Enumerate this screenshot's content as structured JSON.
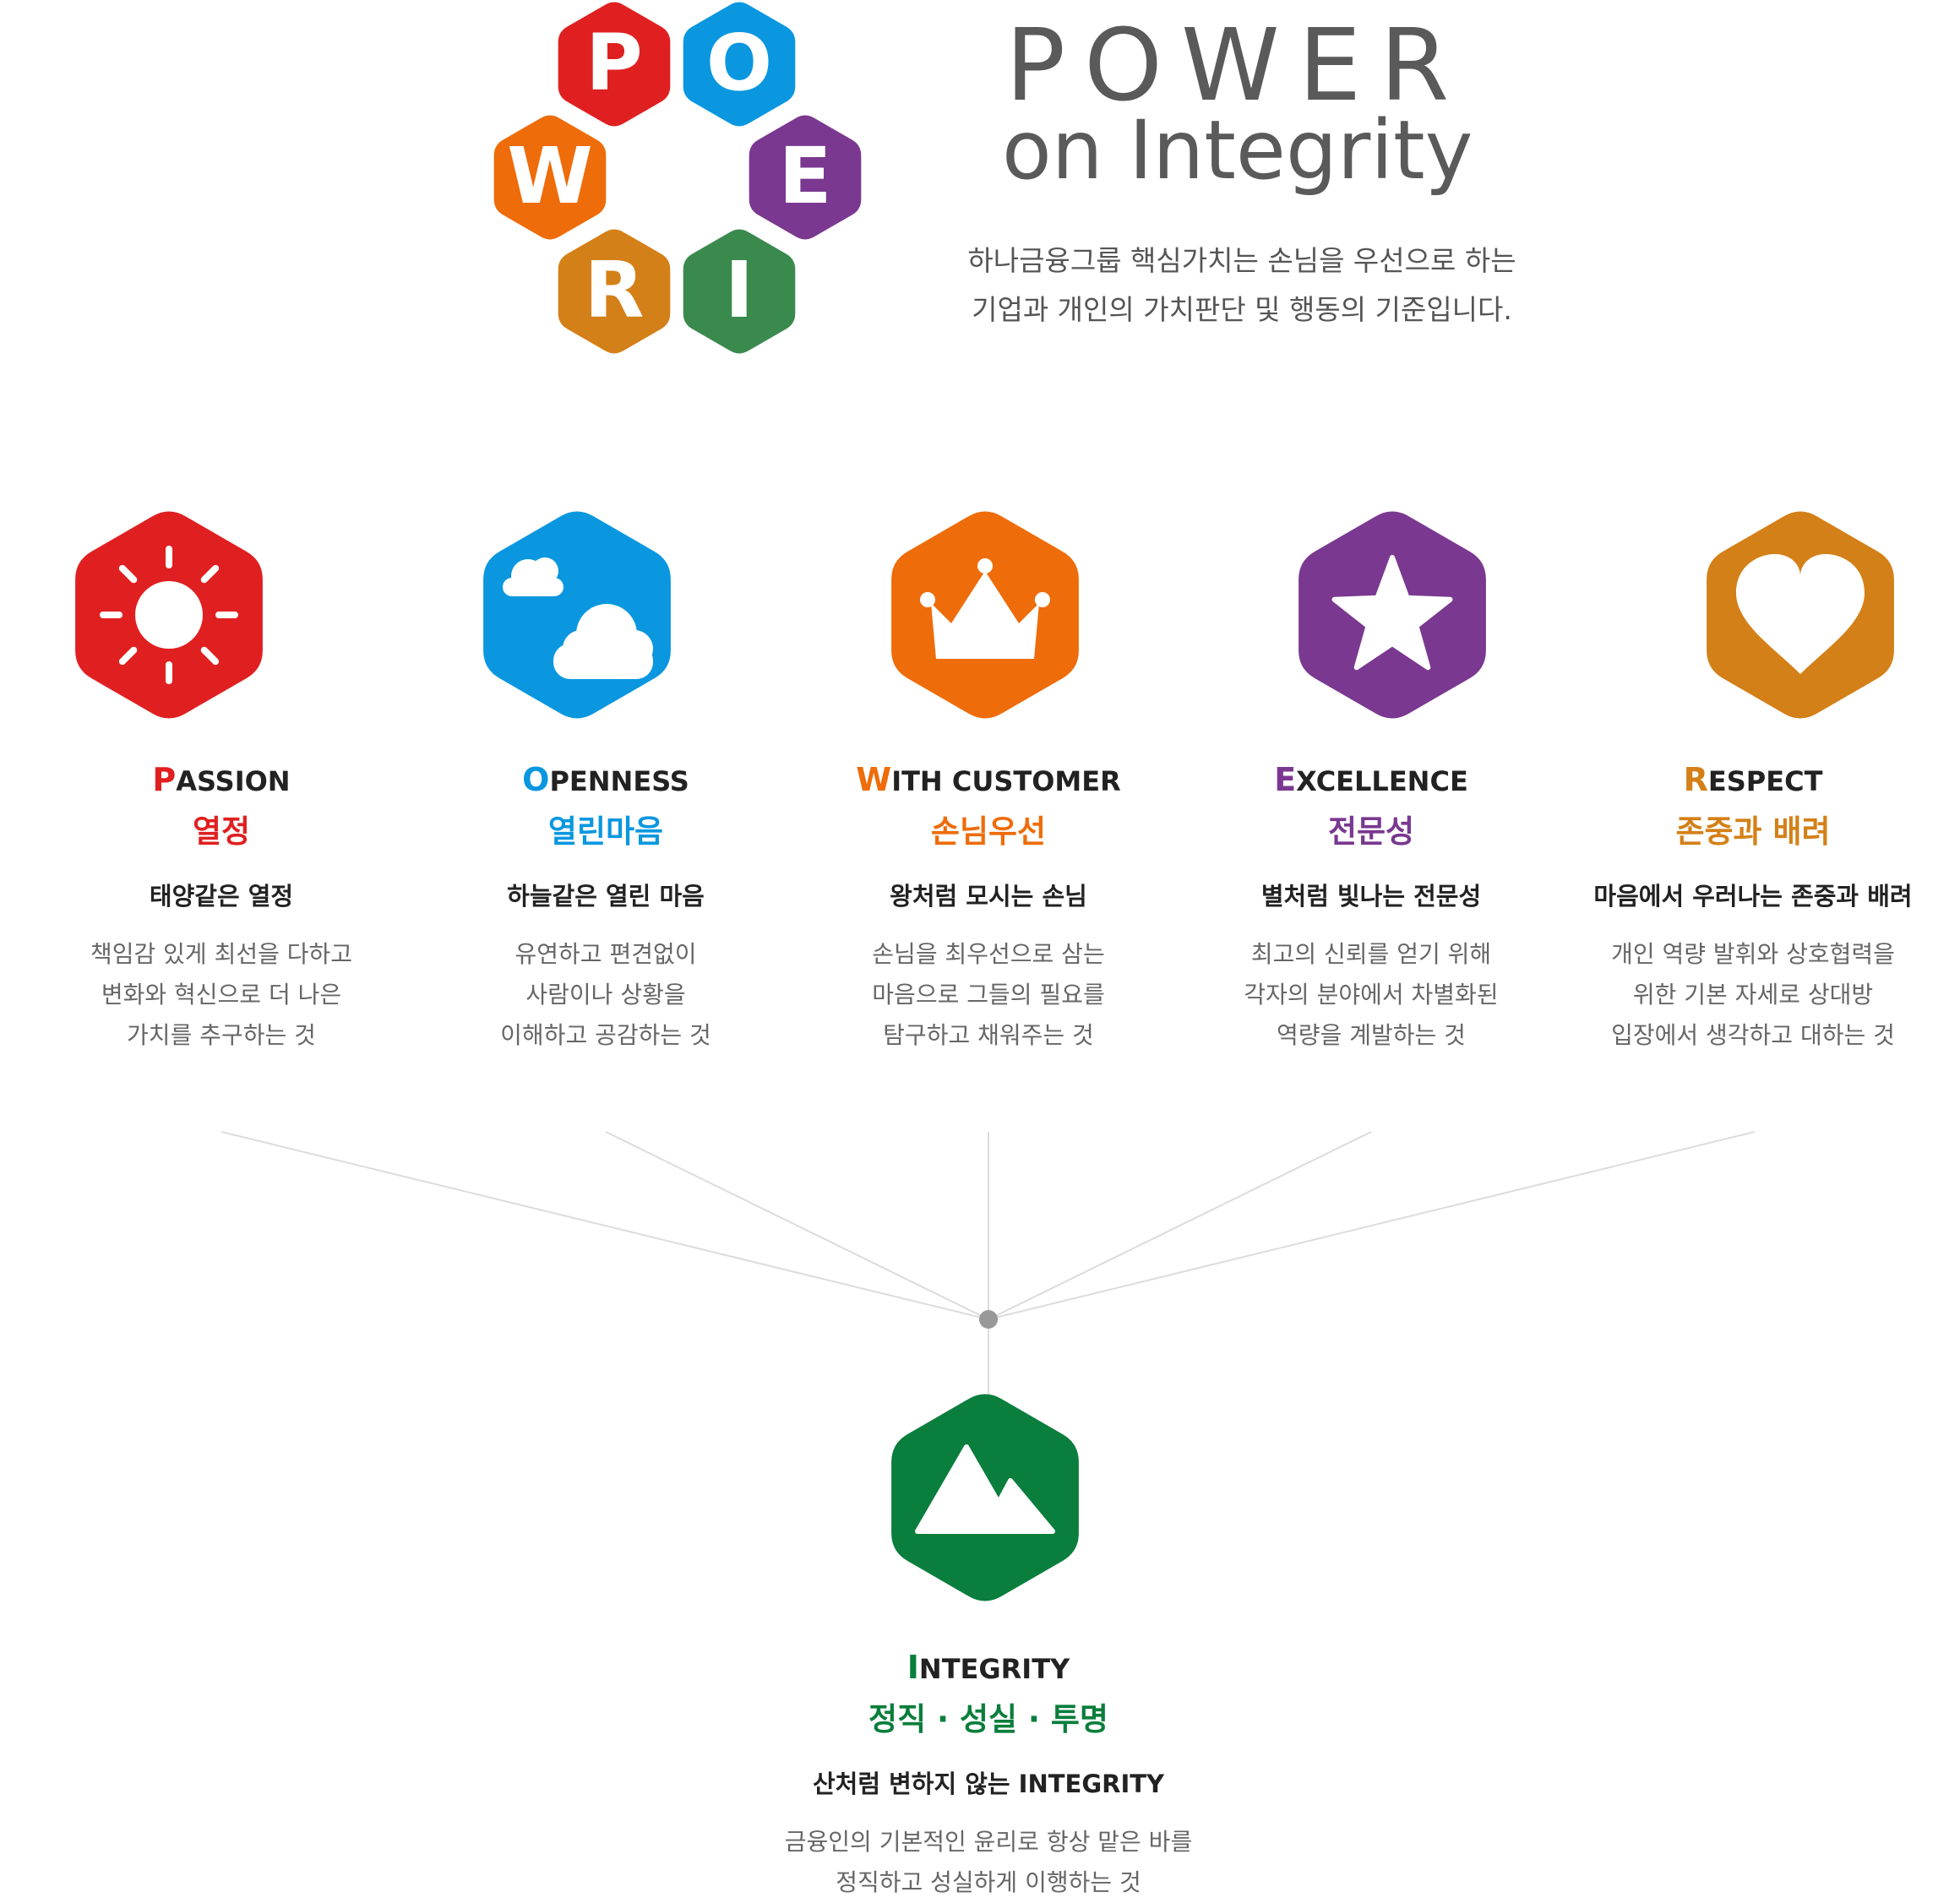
{
  "header": {
    "title": "POWER",
    "subtitle": "on Integrity",
    "intro_line1": "하나금융그룹 핵심가치는 손님을 우선으로 하는",
    "intro_line2": "기업과 개인의 가치판단 및 행동의 기준입니다."
  },
  "logo": {
    "letters": [
      {
        "char": "P",
        "color": "#e02020"
      },
      {
        "char": "O",
        "color": "#0a97e0"
      },
      {
        "char": "E",
        "color": "#7a3890"
      },
      {
        "char": "I",
        "color": "#3a8a4e"
      },
      {
        "char": "R",
        "color": "#d48018"
      },
      {
        "char": "W",
        "color": "#ee6c0a"
      }
    ]
  },
  "values": [
    {
      "en_initial": "P",
      "en_rest": "ASSION",
      "ko": "열정",
      "tagline": "태양같은 열정",
      "desc": [
        "책임감 있게 최선을 다하고",
        "변화와 혁신으로 더 나은",
        "가치를 추구하는 것"
      ],
      "color": "#e02020",
      "icon": "sun-icon"
    },
    {
      "en_initial": "O",
      "en_rest": "PENNESS",
      "ko": "열린마음",
      "tagline": "하늘같은 열린 마음",
      "desc": [
        "유연하고 편견없이",
        "사람이나 상황을",
        "이해하고 공감하는 것"
      ],
      "color": "#0a97e0",
      "icon": "cloud-icon"
    },
    {
      "en_initial": "W",
      "en_rest": "ITH CUSTOMER",
      "ko": "손님우선",
      "tagline": "왕처럼 모시는 손님",
      "desc": [
        "손님을 최우선으로 삼는",
        "마음으로 그들의 필요를",
        "탐구하고 채워주는 것"
      ],
      "color": "#ee6c0a",
      "icon": "crown-icon"
    },
    {
      "en_initial": "E",
      "en_rest": "XCELLENCE",
      "ko": "전문성",
      "tagline": "별처럼 빛나는 전문성",
      "desc": [
        "최고의 신뢰를 얻기 위해",
        "각자의 분야에서 차별화된",
        "역량을 계발하는 것"
      ],
      "color": "#7a3890",
      "icon": "star-icon"
    },
    {
      "en_initial": "R",
      "en_rest": "ESPECT",
      "ko": "존중과 배려",
      "tagline": "마음에서 우러나는 존중과 배려",
      "desc": [
        "개인 역량 발휘와 상호협력을",
        "위한 기본 자세로 상대방",
        "입장에서 생각하고 대하는 것"
      ],
      "color": "#d48018",
      "icon": "heart-icon"
    }
  ],
  "integrity": {
    "en_initial": "I",
    "en_rest": "NTEGRITY",
    "ko": "정직 · 성실 · 투명",
    "tagline": "산처럼 변하지 않는 INTEGRITY",
    "desc": [
      "금융인의 기본적인 윤리로 항상 맡은 바를",
      "정직하고 성실하게 이행하는 것"
    ],
    "color": "#0a7e3c",
    "icon": "mountain-icon"
  }
}
